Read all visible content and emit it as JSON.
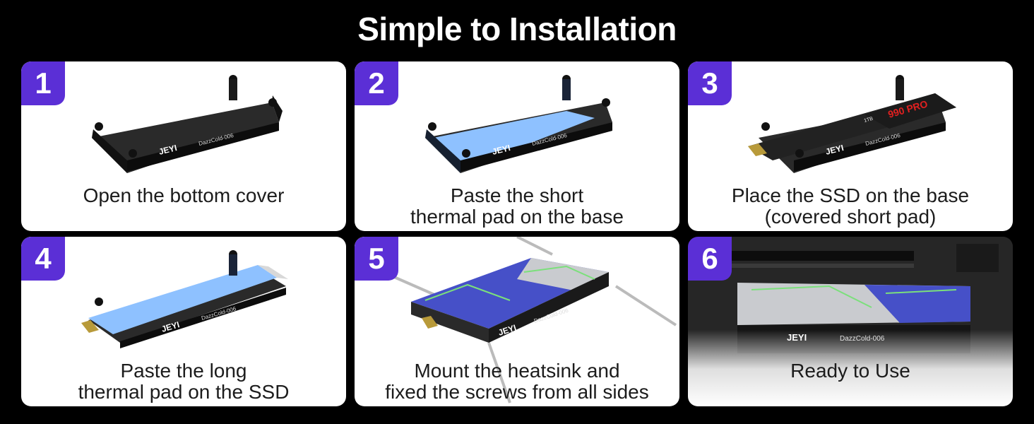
{
  "title": "Simple to Installation",
  "steps": [
    {
      "number": "1",
      "line1": "Open the bottom cover",
      "line2": ""
    },
    {
      "number": "2",
      "line1": "Paste the short",
      "line2": "thermal pad on the base"
    },
    {
      "number": "3",
      "line1": "Place the SSD on the base",
      "line2": "(covered short pad)"
    },
    {
      "number": "4",
      "line1": "Paste the long",
      "line2": "thermal pad on the SSD"
    },
    {
      "number": "5",
      "line1": "Mount the heatsink and",
      "line2": "fixed the screws from all sides"
    },
    {
      "number": "6",
      "line1": "Ready to Use",
      "line2": ""
    }
  ],
  "product": {
    "brand": "JEYI",
    "model": "DazzCold-006",
    "ssd_label": "990 PRO",
    "ssd_capacity": "1TB"
  },
  "colors": {
    "badge": "#5b2fd6",
    "background": "#000000",
    "card": "#ffffff",
    "pad": "#8ec1ff",
    "heatsink_blue": "#4650c8",
    "heatsink_silver": "#c9cbcf"
  }
}
